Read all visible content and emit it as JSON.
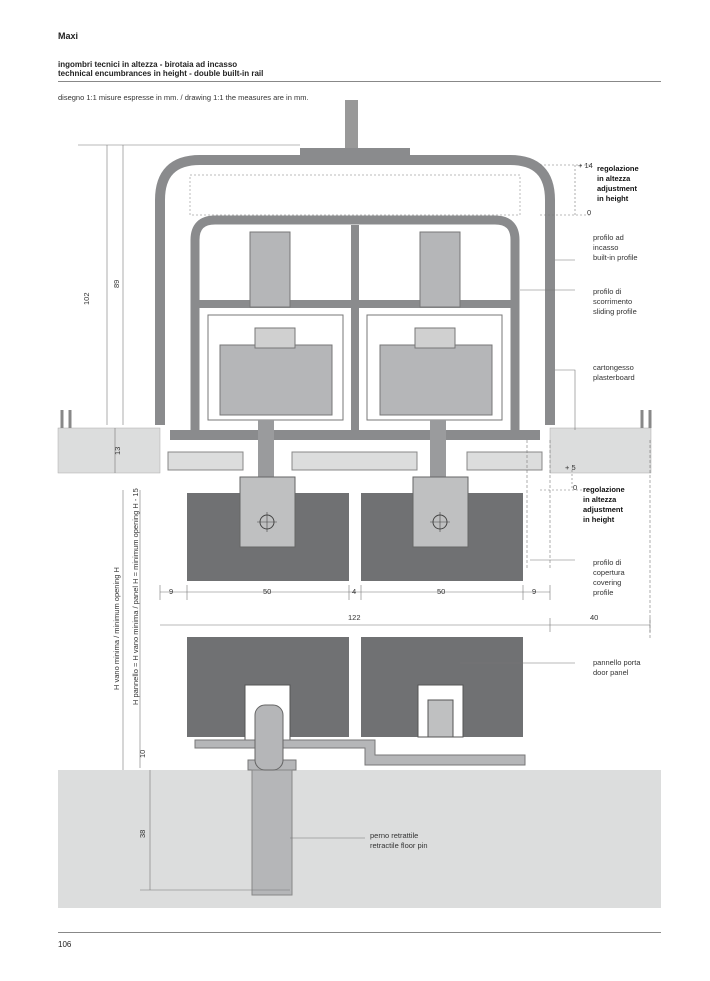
{
  "header": {
    "title": "Maxi",
    "subtitle_it": "ingombri tecnici in altezza - birotaia ad incasso",
    "subtitle_en": "technical encumbrances in height - double built-in rail",
    "note": "disegno 1:1 misure espresse in mm. / drawing 1:1 the measures are in mm."
  },
  "dimensions": {
    "left": [
      "102",
      "89",
      "13",
      "10",
      "38"
    ],
    "horizontal_row1": [
      "9",
      "50",
      "4",
      "50",
      "9"
    ],
    "horizontal_row2": [
      "122",
      "40"
    ],
    "adjust_top": [
      "+ 14",
      "0"
    ],
    "adjust_bottom": [
      "+ 5",
      "0"
    ]
  },
  "vertical_labels": {
    "outer": "H vano minima / minimum opening H",
    "inner": "H pannello = H vano minima / panel H = minimum opening H - 15"
  },
  "callouts": {
    "adjust_top": [
      "regolazione",
      "in altezza",
      "adjustment",
      "in height"
    ],
    "builtin": [
      "profilo ad",
      "incasso",
      "built-in profile"
    ],
    "sliding": [
      "profilo di",
      "scorrimento",
      "sliding profile"
    ],
    "plaster": [
      "cartongesso",
      "plasterboard"
    ],
    "adjust_bottom": [
      "regolazione",
      "in altezza",
      "adjustment",
      "in height"
    ],
    "covering": [
      "profilo di",
      "copertura",
      "covering",
      "profile"
    ],
    "panel": [
      "pannello porta",
      "door panel"
    ],
    "pin": [
      "perno retrattile",
      "retractile floor pin"
    ]
  },
  "footer": {
    "page_number": "106"
  }
}
